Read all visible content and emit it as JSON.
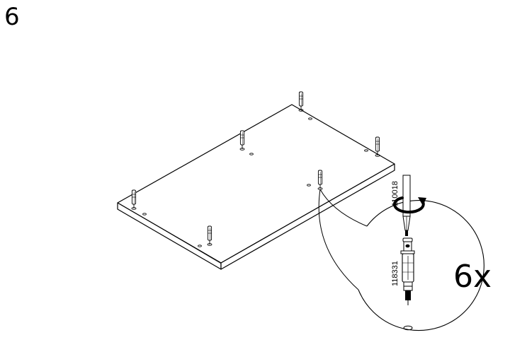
{
  "step": {
    "number": "6"
  },
  "detail": {
    "tool_part_number": "110018",
    "dowel_part_number": "118331",
    "count": "6x"
  },
  "icons": [
    "panel",
    "cam-dowel",
    "screwdriver",
    "rotate-clockwise-arrow"
  ]
}
